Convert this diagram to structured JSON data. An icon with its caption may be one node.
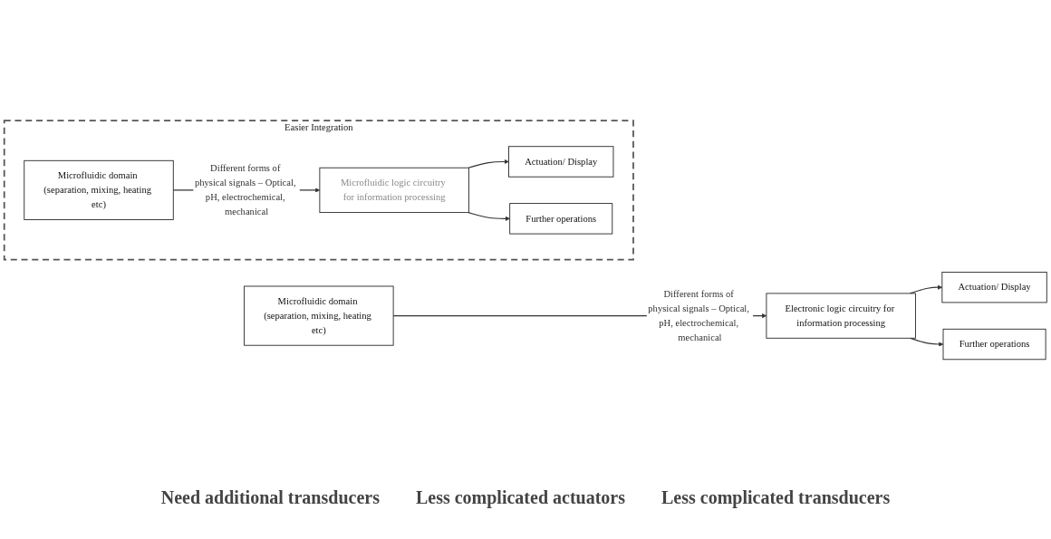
{
  "diagram": {
    "nodes": [
      {
        "text": [
          "Microfluidic domain (separation, mixing, heating etc)"
        ]
      },
      {
        "text": [
          "Electronic logic circuitry for information processing"
        ]
      },
      {
        "text": [
          "Actuation/ Display"
        ]
      },
      {
        "text": [
          "Further operations"
        ]
      },
      {
        "text": [
          "Easier Integration"
        ]
      },
      {
        "text": [
          "Microfluidic domain (separation, mixing, heating etc)"
        ],
        "in": 4
      },
      {
        "text": [
          "Microfluidic logic circuitry for information processing"
        ],
        "in": 4
      },
      {
        "text": [
          "Actuation/ Display"
        ],
        "in": 4
      },
      {
        "text": [
          "Further operations"
        ],
        "in": 4
      }
    ],
    "edges": [
      {
        "from": 0,
        "to": 1,
        "arrow": "to",
        "label": "Different forms of physical signals – Optical, pH, electrochemical, mechanical"
      },
      {
        "from": 1,
        "to": 2,
        "arrow": "to"
      },
      {
        "from": 1,
        "to": 3,
        "arrow": "to"
      },
      {
        "from": 5,
        "to": 6,
        "arrow": "to",
        "label": "Different forms of physical signals – Optical, pH, electrochemical, mechanical"
      },
      {
        "from": 6,
        "to": 7,
        "arrow": "to"
      },
      {
        "from": 6,
        "to": 8,
        "arrow": "to"
      }
    ],
    "labels": [
      "Need additional transducers",
      "Less complicated actuators",
      "Less complicated transducers"
    ]
  }
}
